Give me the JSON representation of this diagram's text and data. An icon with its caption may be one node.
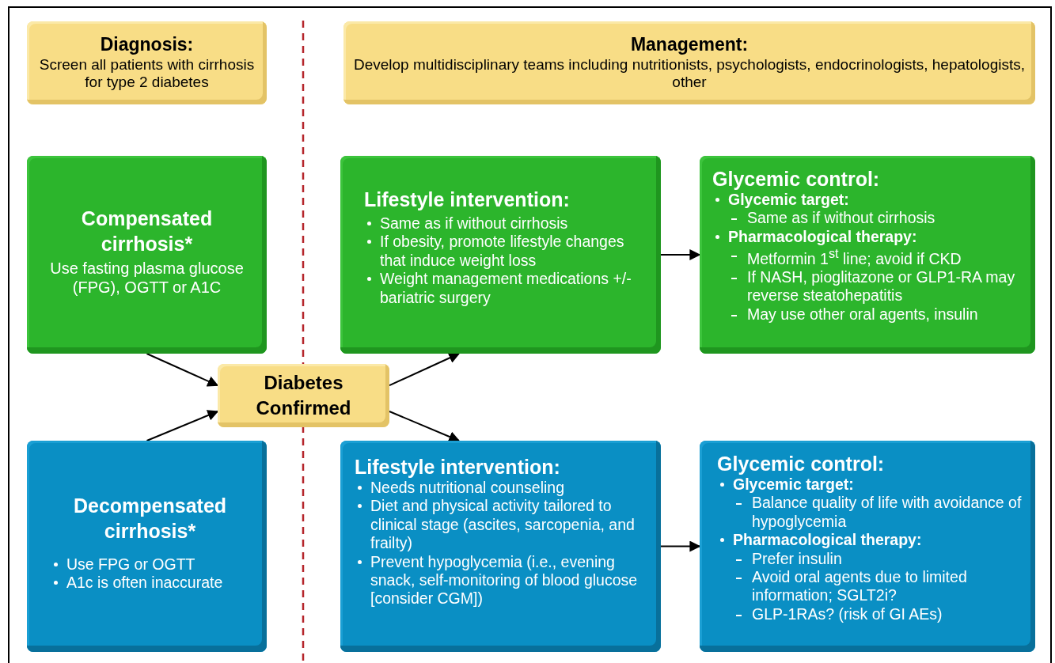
{
  "diagram": {
    "nodes": [
      {
        "text": [
          "Diagnosis:",
          "Screen all patients with cirrhosis for type 2 diabetes"
        ]
      },
      {
        "text": [
          "Management:",
          "Develop multidisciplinary teams including nutritionists, psychologists, endocrinologists, hepatologists, other"
        ]
      },
      {
        "text": [
          "Compensated cirrhosis*",
          "Use fasting plasma glucose (FPG), OGTT or A1C"
        ]
      },
      {
        "text": [
          "Lifestyle intervention:",
          "Same as if without cirrhosis",
          "If obesity, promote lifestyle changes that induce weight loss",
          "Weight management medications +/- bariatric surgery"
        ]
      },
      {
        "text": [
          "Glycemic control:",
          "Glycemic target:",
          "Same as if without cirrhosis",
          "Pharmacological therapy:",
          "Metformin 1$^{st}$ line; avoid if CKD",
          "If NASH, pioglitazone or GLP1-RA may reverse steatohepatitis",
          "May use other oral agents, insulin"
        ]
      },
      {
        "text": [
          "Diabetes Confirmed"
        ]
      },
      {
        "text": [
          "Decompensated cirrhosis*",
          "Use FPG or OGTT",
          "A1c is often inaccurate"
        ]
      },
      {
        "text": [
          "Lifestyle intervention:",
          "Needs nutritional counseling",
          "Diet and physical activity tailored to clinical stage (ascites, sarcopenia, and frailty)",
          "Prevent hypoglycemia (i.e., evening snack, self-monitoring of blood glucose [consider CGM])"
        ]
      },
      {
        "text": [
          "Glycemic control:",
          "Glycemic target:",
          "Balance quality of life with avoidance of hypoglycemia",
          "Pharmacological therapy:",
          "Prefer insulin",
          "Avoid oral agents due to limited information; SGLT2i?",
          "GLP-1RAs? (risk of GI AEs)"
        ]
      }
    ],
    "edges": [
      {
        "from": 2,
        "to": 5,
        "arrow": "to"
      },
      {
        "from": 6,
        "to": 5,
        "arrow": "to"
      },
      {
        "from": 5,
        "to": 3,
        "arrow": "to"
      },
      {
        "from": 5,
        "to": 7,
        "arrow": "to"
      },
      {
        "from": 3,
        "to": 4,
        "arrow": "to"
      },
      {
        "from": 7,
        "to": 8,
        "arrow": "to"
      }
    ]
  }
}
